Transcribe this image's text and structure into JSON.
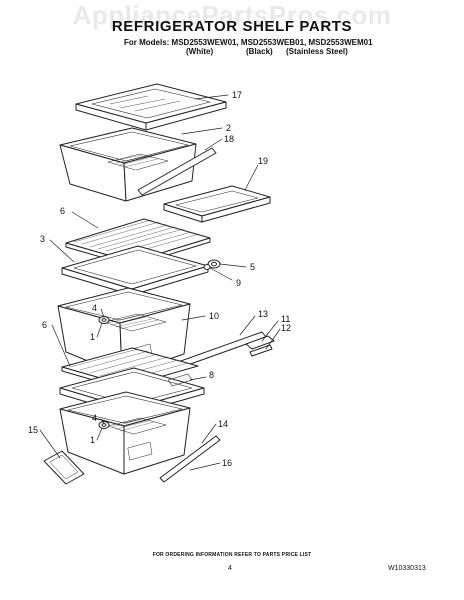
{
  "watermark": "AppliancePartsPros.com",
  "title": "REFRIGERATOR SHELF PARTS",
  "models_line": "For Models: MSD2553WEW01, MSD2553WEB01, MSD2553WEM01",
  "variants": [
    "(White)",
    "(Black)",
    "(Stainless Steel)"
  ],
  "callouts": [
    "17",
    "2",
    "18",
    "19",
    "6",
    "3",
    "5",
    "9",
    "4",
    "1",
    "10",
    "13",
    "11",
    "12",
    "6",
    "8",
    "4",
    "1",
    "15",
    "14",
    "16"
  ],
  "footer_note": "FOR ORDERING INFORMATION REFER TO PARTS PRICE LIST",
  "page_number": "4",
  "document_id": "W10330313"
}
